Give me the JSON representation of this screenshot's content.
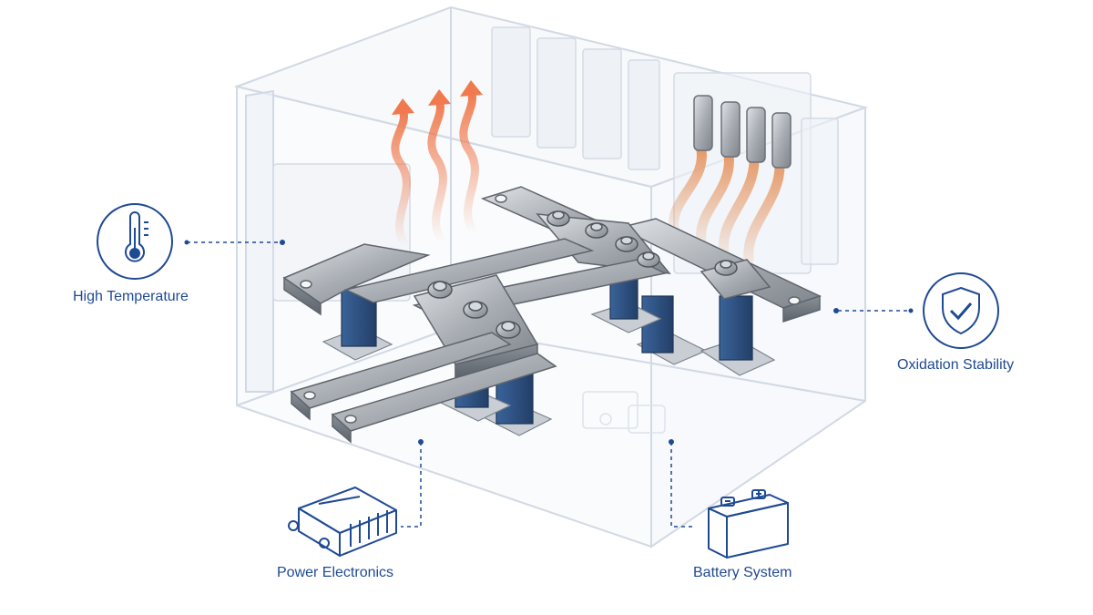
{
  "labels": {
    "high_temperature": "High Temperature",
    "oxidation_stability": "Oxidation Stability",
    "power_electronics": "Power Electronics",
    "battery_system": "Battery System"
  },
  "icons": {
    "high_temperature": "thermometer-icon",
    "oxidation_stability": "shield-check-icon",
    "power_electronics": "power-module-icon",
    "battery_system": "battery-icon"
  },
  "colors": {
    "accent_blue": "#1f4a94",
    "heat_orange": "#f07a4e",
    "copper": "#e59561",
    "metal": "#a9aeb4",
    "insulator": "#2c4f80",
    "cabinet_line": "#c9d3e0"
  }
}
